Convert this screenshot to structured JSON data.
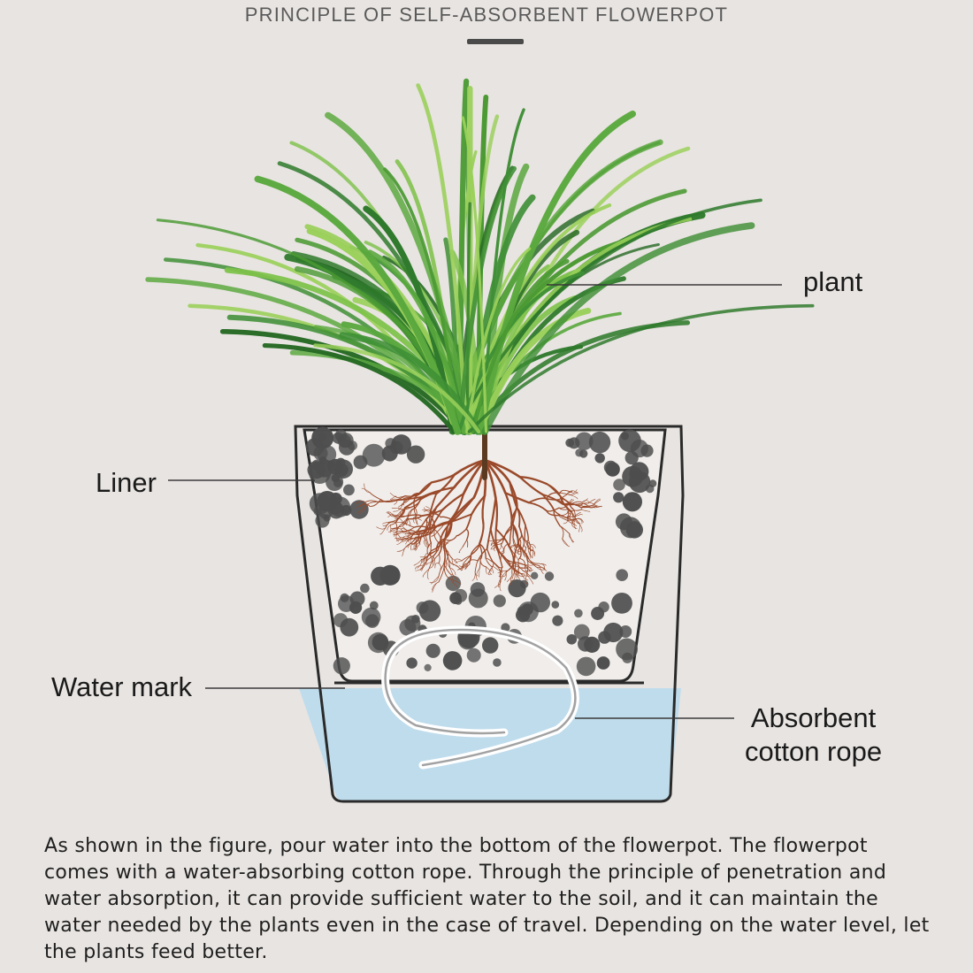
{
  "header": {
    "title": "PRINCIPLE OF SELF-ABSORBENT FLOWERPOT"
  },
  "labels": {
    "plant": "plant",
    "liner": "Liner",
    "water_mark": "Water mark",
    "rope_line1": "Absorbent",
    "rope_line2": "cotton rope"
  },
  "description": "As shown in the figure, pour water into the bottom of the flowerpot. The flowerpot comes with a water-absorbing cotton rope. Through the principle of penetration and water absorption, it can provide sufficient water to the soil, and it can maintain the water needed by the plants even in the case of travel. Depending on the water level, let the plants feed better.",
  "colors": {
    "background": "#e8e4e1",
    "water": "#bfdcec",
    "pot_outline": "#2a2a2a",
    "pebble": "#4e4e4e",
    "root": "#9a4a2a",
    "leaf_dark": "#2f7a2c",
    "leaf_light": "#7ec24a"
  }
}
